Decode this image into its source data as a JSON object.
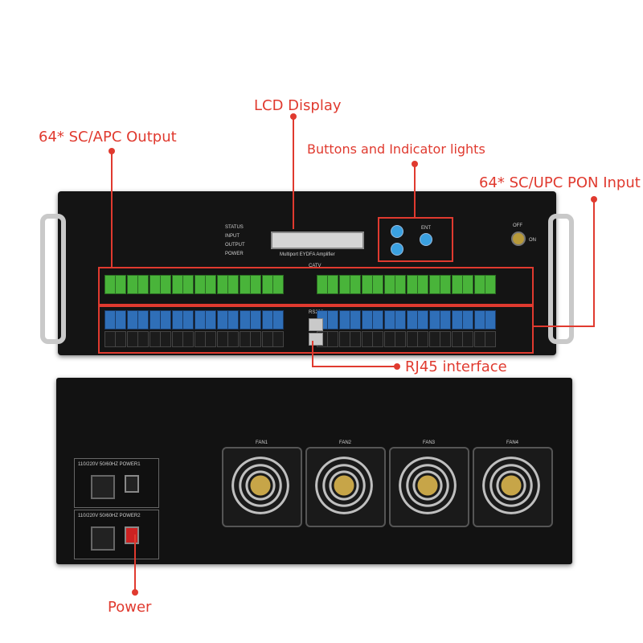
{
  "callouts": {
    "lcd_display": "LCD Display",
    "sc_apc_output": "64* SC/APC Output",
    "buttons_indicators": "Buttons and Indicator lights",
    "sc_upc_pon_input": "64* SC/UPC PON Input",
    "rj45_interface": "RJ45 interface",
    "power": "Power"
  },
  "front_panel": {
    "status": "STATUS",
    "input": "INPUT",
    "output": "OUTPUT",
    "power": "POWER",
    "model": "Multiport EYDFA Amplifier",
    "ent": "ENT",
    "off": "OFF",
    "on": "ON",
    "catv": "CATV",
    "rs232": "RS232"
  },
  "rear_panel": {
    "psu1": "110/220V 50/60HZ POWER1",
    "psu2": "110/220V 50/60HZ POWER2",
    "fans": [
      "FAN1",
      "FAN2",
      "FAN3",
      "FAN4"
    ]
  },
  "colors": {
    "accent": "#e03a2f",
    "port_green": "#49b43a",
    "port_blue": "#2f6fb8",
    "chassis": "#141414"
  }
}
